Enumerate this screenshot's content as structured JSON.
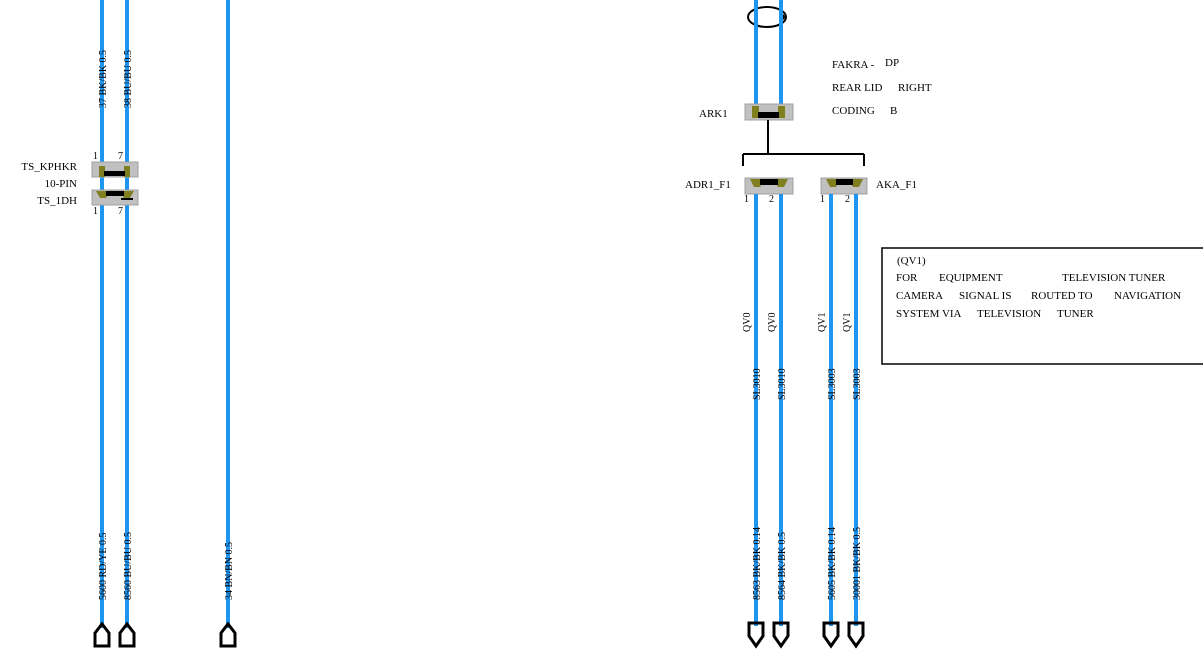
{
  "colors": {
    "wire": "#1e96f0",
    "connector_body": "#c0c0c0",
    "terminal": "#7f7f1f",
    "outline": "#000000",
    "background": "#ffffff"
  },
  "left_connector": {
    "name_top": "TS_KPHKR",
    "pin_count": "10-PIN",
    "name_bottom": "TS_1DH",
    "pin_top_a": "1",
    "pin_top_b": "7",
    "pin_bottom_a": "1",
    "pin_bottom_b": "7"
  },
  "left_wires": {
    "w1_top": "37 BK/BK 0.5",
    "w2_top": "38 BU/BU 0.5",
    "w1_bottom": "5600 RD/YE 0.5",
    "w2_bottom": "8560 BU/BU 0.5",
    "w3_bottom": "34 BN/BN 0.5"
  },
  "ark1": {
    "name": "ARK1",
    "info_line1_a": "FAKRA -",
    "info_line1_b": "DP",
    "info_line2_a": "REAR LID",
    "info_line2_b": "RIGHT",
    "info_line3_a": "CODING",
    "info_line3_b": "B"
  },
  "adr1": {
    "name": "ADR1_F1",
    "pin_a": "1",
    "pin_b": "2",
    "mid_a": "QV0",
    "mid_b": "QV0",
    "lower_a": "SL3010",
    "lower_b": "SL3010",
    "bottom_a": "8563 BK/BK 0.14",
    "bottom_b": "8564 BK/BK 0.5"
  },
  "aka": {
    "name": "AKA_F1",
    "pin_a": "1",
    "pin_b": "2",
    "mid_a": "QV1",
    "mid_b": "QV1",
    "lower_a": "SL3003",
    "lower_b": "SL3003",
    "bottom_a": "5605 BK/BK 0.14",
    "bottom_b": "30001 BK/BK 0.5"
  },
  "note": {
    "title": "(QV1)",
    "l1_a": "FOR",
    "l1_b": "EQUIPMENT",
    "l1_c": "TELEVISION TUNER",
    "l2_a": "CAMERA",
    "l2_b": "SIGNAL IS",
    "l2_c": "ROUTED TO",
    "l2_d": "NAVIGATION",
    "l3_a": "SYSTEM VIA",
    "l3_b": "TELEVISION",
    "l3_c": "TUNER"
  }
}
